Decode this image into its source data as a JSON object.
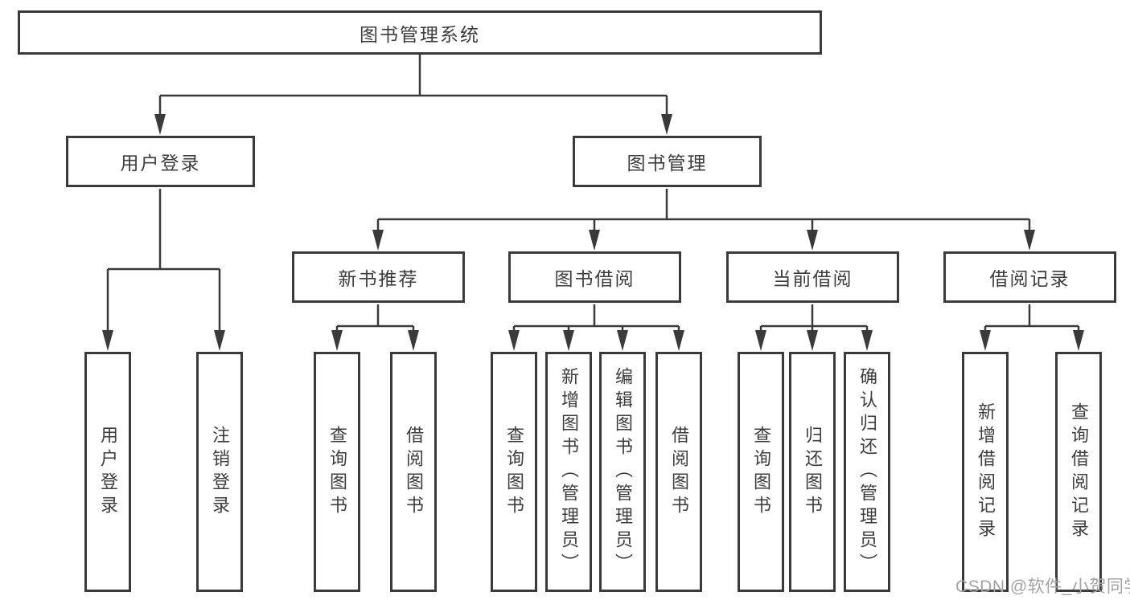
{
  "diagram": {
    "root": {
      "label": "图书管理系统"
    },
    "level2": {
      "user_login": {
        "label": "用户登录"
      },
      "book_mgmt": {
        "label": "图书管理"
      }
    },
    "level3": {
      "new_book": {
        "label": "新书推荐"
      },
      "book_borrow": {
        "label": "图书借阅"
      },
      "current_borrow": {
        "label": "当前借阅"
      },
      "borrow_records": {
        "label": "借阅记录"
      }
    },
    "children": {
      "user_login": [
        "用户登录",
        "注销登录"
      ],
      "new_book": [
        "查询图书",
        "借阅图书"
      ],
      "book_borrow": [
        "查询图书",
        "新增图书（管理员）",
        "编辑图书（管理员）",
        "借阅图书"
      ],
      "current_borrow": [
        "查询图书",
        "归还图书",
        "确认归还（管理员）"
      ],
      "borrow_records": [
        "新增借阅记录",
        "查询借阅记录"
      ]
    },
    "watermark": "CSDN @软件_小贺同学"
  },
  "colors": {
    "line": "#3a3a3a",
    "text": "#3d3d3d",
    "watermark": "#a2a2a2",
    "background": "#ffffff"
  }
}
